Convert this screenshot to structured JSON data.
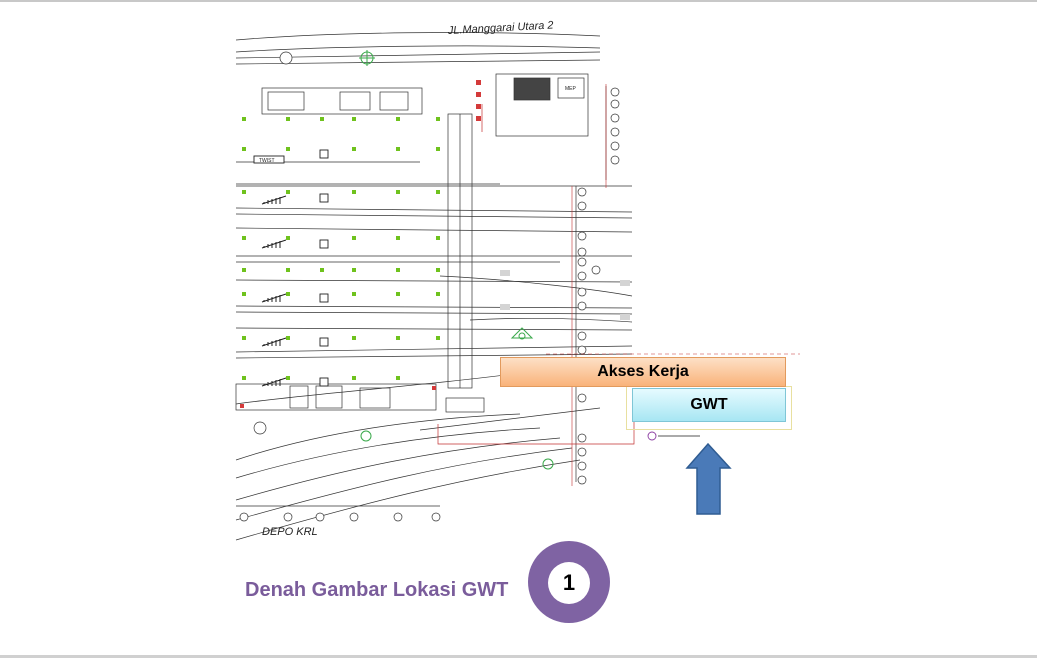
{
  "plan": {
    "street_label": "JL.Manggarai Utara 2",
    "depot_label": "DEPO KRL",
    "mep_label": "MEP",
    "twist_label": "TWIST"
  },
  "overlays": {
    "akses_label": "Akses Kerja",
    "gwt_label": "GWT"
  },
  "caption": {
    "text": "Denah Gambar Lokasi GWT",
    "number": "1"
  },
  "colors": {
    "caption": "#7a5c9b",
    "badge": "#7f63a3",
    "arrow": "#4a7ab8",
    "akses_fill": "#f9b37a",
    "gwt_fill": "#a7e6f3"
  },
  "icons": [
    "up-arrow-icon"
  ]
}
